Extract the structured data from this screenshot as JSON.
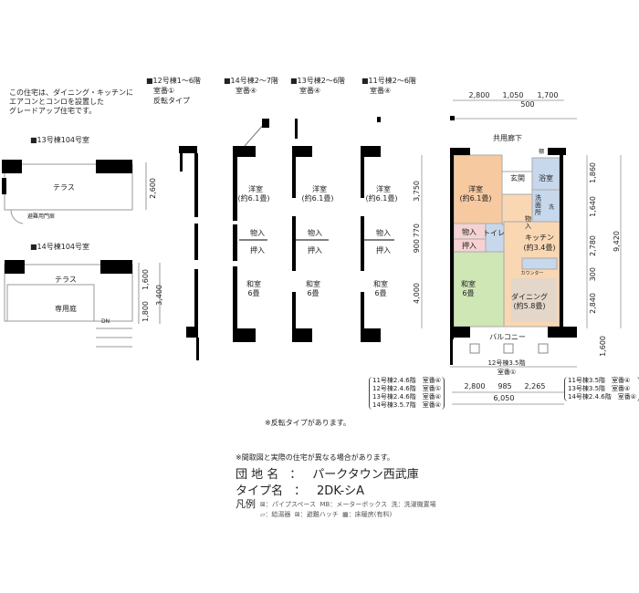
{
  "intro": [
    "この住宅は、ダイニング・キッチンに",
    "エアコンとコンロを設置した",
    "グレードアップ住宅です。"
  ],
  "variants": [
    {
      "title": "■12号棟1～6階",
      "room": "室番①",
      "note": "反転タイプ"
    },
    {
      "title": "■14号棟2～7階",
      "room": "室番④"
    },
    {
      "title": "■13号棟2～6階",
      "room": "室番④"
    },
    {
      "title": "■11号棟2～6階",
      "room": "室番④"
    }
  ],
  "ground_units": [
    {
      "title": "■13号棟104号室",
      "terrace": "テラス",
      "dim": "2,600",
      "gate": "避難用門扉"
    },
    {
      "title": "■14号棟104号室",
      "terrace": "テラス",
      "garden": "専用庭",
      "dims": [
        "1,600",
        "1,800",
        "3,400"
      ],
      "dn": "DN"
    }
  ],
  "strip_rooms": {
    "western": "洋室",
    "western_size": "(約6.1畳)",
    "storage": "物入",
    "closet": "押入",
    "japanese": "和室",
    "japanese_size": "6畳"
  },
  "plan": {
    "corridor": "共用廊下",
    "top_dims": [
      "2,800",
      "1,050",
      "1,700",
      "500"
    ],
    "left_dims": [
      "3,750",
      "900",
      "770",
      "4,000"
    ],
    "right_dims": [
      "1,860",
      "1,640",
      "2,780",
      "9,420",
      "300",
      "2,840",
      "1,600"
    ],
    "bottom_dims": [
      "2,800",
      "985",
      "2,265",
      "6,050"
    ],
    "rooms": {
      "western": "洋室",
      "western_size": "(約6.1畳)",
      "entrance": "玄関",
      "bath": "浴室",
      "washroom": "洗面所",
      "storage1": "物入",
      "storage2": "物入",
      "closet": "押入",
      "toilet": "トイレ",
      "kitchen": "キッチン",
      "kitchen_size": "(約3.4畳)",
      "counter": "カウンター",
      "japanese": "和室",
      "japanese_size": "6畳",
      "dining": "ダイニング",
      "dining_size": "(約5.8畳)",
      "balcony": "バルコニー",
      "shelf": "棚",
      "washer": "洗"
    },
    "below_label": [
      "12号棟3.5階",
      "室番①"
    ],
    "left_list": [
      "11号棟2.4.6階　室番④",
      "12号棟2.4.6階　室番①",
      "13号棟2.4.6階　室番④",
      "14号棟3.5.7階　室番④"
    ],
    "right_list": [
      "11号棟3.5階　室番④",
      "13号棟3.5階　室番④",
      "14号棟2.4.6階　室番④"
    ]
  },
  "reverse_note": "※反転タイプがあります。",
  "footer": {
    "disclaimer": "※間取図と実際の住宅が異なる場合があります。",
    "estate_label": "団 地 名",
    "estate": "パークタウン西武庫",
    "type_label": "タイプ名",
    "type": "2DK-シA",
    "sep": "：",
    "legend_label": "凡例",
    "legend": [
      "：パイプスペース",
      "MB：メーターボックス",
      "洗：洗濯機置場",
      "：給湯器",
      "：避難ハッチ",
      "：床暖房(有料)"
    ]
  },
  "colors": {
    "western": "#f7c9a0",
    "japanese": "#cfe6b5",
    "wet": "#c8d8ec",
    "storage": "#f6d2d2",
    "dining": "#f9d7b3",
    "wall": "#000000"
  }
}
